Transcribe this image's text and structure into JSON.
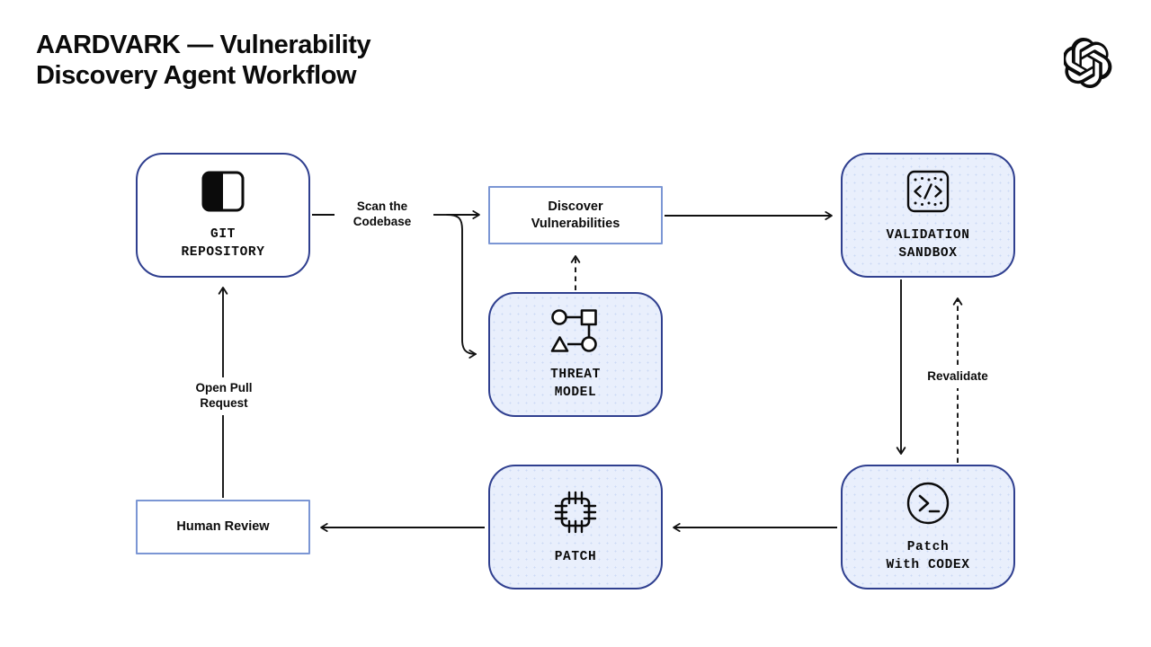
{
  "header": {
    "title": "AARDVARK — Vulnerability\nDiscovery Agent Workflow",
    "logo_icon": "openai-logo-icon"
  },
  "colors": {
    "background": "#FFFFFF",
    "node_border_dark": "#2F3F8F",
    "node_border_light": "#7B96D4",
    "node_fill_tinted": "#E9EFFC",
    "node_fill_plain": "#FFFFFF",
    "edge_stroke": "#111111",
    "text": "#0B0B0B"
  },
  "nodes": [
    {
      "id": "git-repository",
      "label": "GIT\nREPOSITORY",
      "shape": "rounded",
      "fill": "plain",
      "icon": "git-repository-icon"
    },
    {
      "id": "discover-vulnerabilities",
      "label": "Discover\nVulnerabilities",
      "shape": "rectangle",
      "fill": "plain",
      "icon": "none"
    },
    {
      "id": "threat-model",
      "label": "THREAT\nMODEL",
      "shape": "rounded",
      "fill": "tinted",
      "icon": "threat-model-graph-icon"
    },
    {
      "id": "validation-sandbox",
      "label": "VALIDATION\nSANDBOX",
      "shape": "rounded",
      "fill": "tinted",
      "icon": "code-brackets-sandbox-icon"
    },
    {
      "id": "patch-with-codex",
      "label": "Patch\nWith CODEX",
      "shape": "rounded",
      "fill": "tinted",
      "icon": "terminal-prompt-icon"
    },
    {
      "id": "patch",
      "label": "PATCH",
      "shape": "rounded",
      "fill": "tinted",
      "icon": "cpu-chip-icon"
    },
    {
      "id": "human-review",
      "label": "Human Review",
      "shape": "rectangle",
      "fill": "plain",
      "icon": "none"
    }
  ],
  "edges": [
    {
      "id": "scan-codebase",
      "from": "git-repository",
      "to": "discover-vulnerabilities",
      "label": "Scan the\nCodebase",
      "style": "solid",
      "arrow": "end"
    },
    {
      "id": "scan-codebase-branch",
      "from": "git-repository",
      "to": "threat-model",
      "label": "",
      "style": "solid",
      "arrow": "end"
    },
    {
      "id": "threat-model-feeds-discovery",
      "from": "threat-model",
      "to": "discover-vulnerabilities",
      "label": "",
      "style": "dashed",
      "arrow": "end"
    },
    {
      "id": "discovery-to-sandbox",
      "from": "discover-vulnerabilities",
      "to": "validation-sandbox",
      "label": "",
      "style": "solid",
      "arrow": "end"
    },
    {
      "id": "sandbox-to-codex",
      "from": "validation-sandbox",
      "to": "patch-with-codex",
      "label": "",
      "style": "solid",
      "arrow": "end"
    },
    {
      "id": "revalidate",
      "from": "patch-with-codex",
      "to": "validation-sandbox",
      "label": "Revalidate",
      "style": "dashed",
      "arrow": "end"
    },
    {
      "id": "codex-to-patch",
      "from": "patch-with-codex",
      "to": "patch",
      "label": "",
      "style": "solid",
      "arrow": "end"
    },
    {
      "id": "patch-to-human-review",
      "from": "patch",
      "to": "human-review",
      "label": "",
      "style": "solid",
      "arrow": "end"
    },
    {
      "id": "open-pull-request",
      "from": "human-review",
      "to": "git-repository",
      "label": "Open Pull\nRequest",
      "style": "solid",
      "arrow": "end"
    }
  ]
}
